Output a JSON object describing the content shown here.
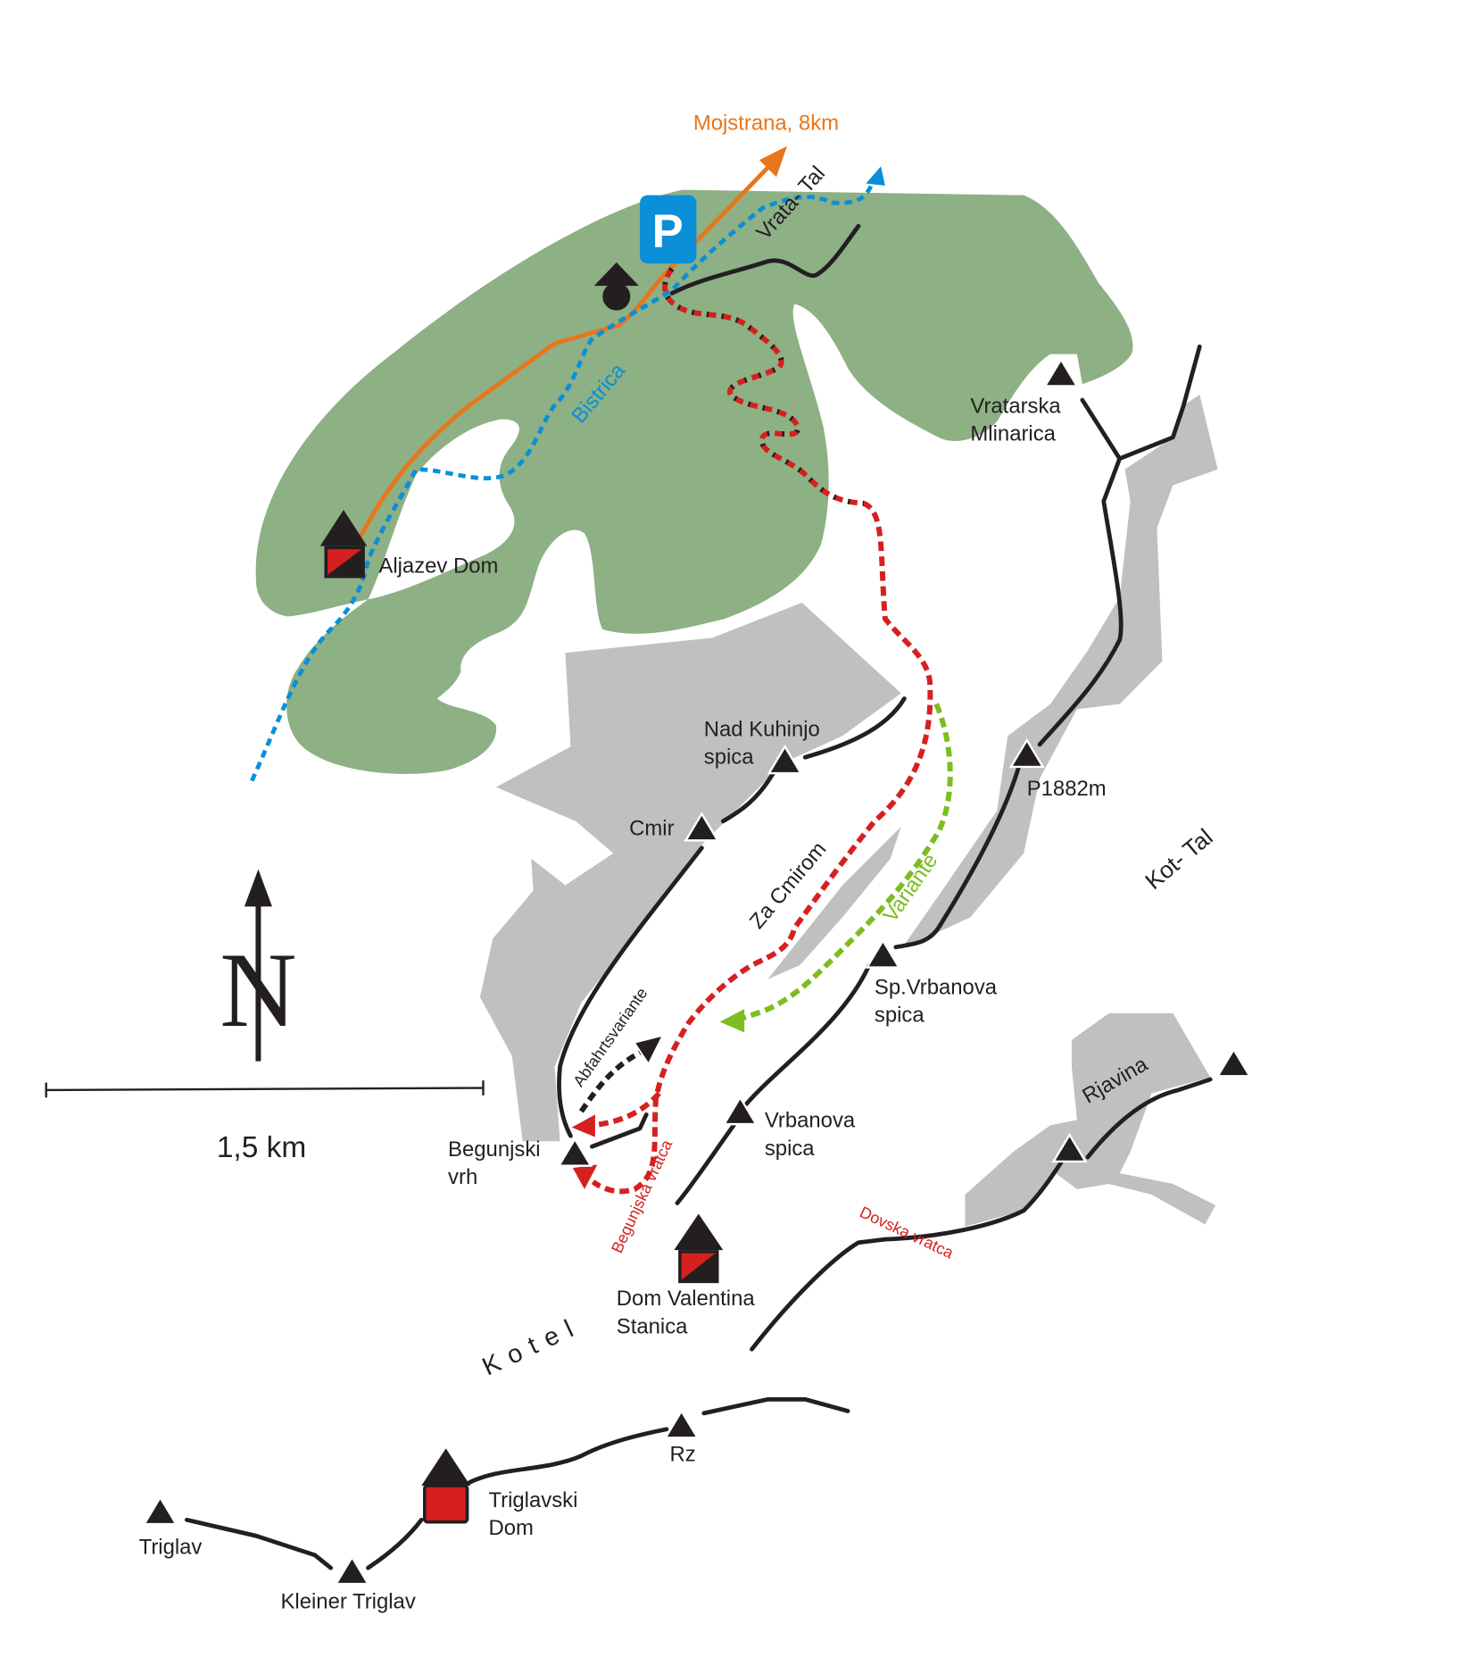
{
  "colors": {
    "forest": "#8db084",
    "rock": "#c0c0c0",
    "road": "#e8761a",
    "stream": "#0a8fd8",
    "trail": "#d62020",
    "variant": "#7dbd1f",
    "ink": "#231f20",
    "parking": "#0a8fd8"
  },
  "icons": {
    "parking": "P",
    "north": "N"
  },
  "labels": {
    "mojstrana": "Mojstrana, 8km",
    "vrata_tal": "Vrata- Tal",
    "bistrica": "Bistrica",
    "aljazev_dom": "Aljazev Dom",
    "vratarska_1": "Vratarska",
    "vratarska_2": "Mlinarica",
    "nad_kuhinjo_1": "Nad Kuhinjo",
    "nad_kuhinjo_2": "spica",
    "cmir": "Cmir",
    "p1882": "P1882m",
    "kot_tal": "Kot- Tal",
    "za_cmirom": "Za Cmirom",
    "variante": "Variante",
    "sp_vrbanova_1": "Sp.Vrbanova",
    "sp_vrbanova_2": "spica",
    "abfahrtsvariante": "Abfahrtsvariante",
    "begunjski_1": "Begunjski",
    "begunjski_2": "vrh",
    "vrbanova_1": "Vrbanova",
    "vrbanova_2": "spica",
    "rjavina": "Rjavina",
    "begunjska_vratca": "Begunjska vratca",
    "dovska_vratca": "Dovska vratca",
    "dom_valentina_1": "Dom Valentina",
    "dom_valentina_2": "Stanica",
    "kotel": "Kotel",
    "rz": "Rz",
    "triglavski_1": "Triglavski",
    "triglavski_2": "Dom",
    "triglav": "Triglav",
    "kleiner_triglav": "Kleiner Triglav"
  },
  "scale": {
    "label": "1,5 km"
  }
}
